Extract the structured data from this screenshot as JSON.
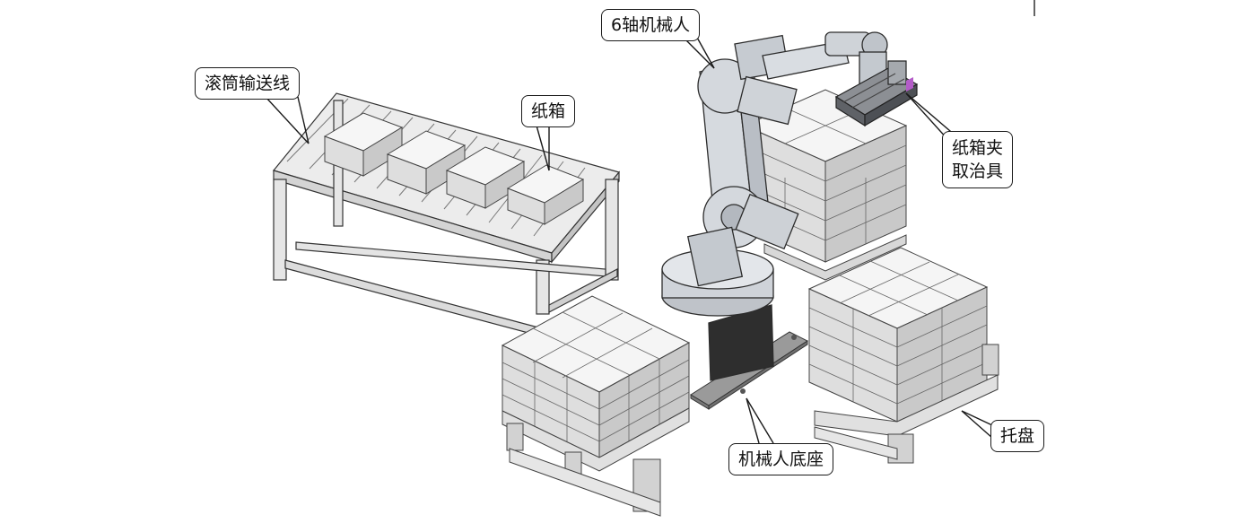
{
  "labels": {
    "robot": "6轴机械人",
    "conveyor": "滚筒输送线",
    "carton": "纸箱",
    "gripper_line1": "纸箱夹",
    "gripper_line2": "取治具",
    "base": "机械人底座",
    "pallet": "托盘"
  },
  "colors": {
    "line": "#2a2a2a",
    "box_top": "#f4f4f4",
    "box_left": "#dcdcdc",
    "box_right": "#c8c8c8",
    "robot": "#d2d6dc",
    "robot_dark": "#9aa0a8",
    "base": "#8f8f8f",
    "accent": "#b45cc8"
  }
}
